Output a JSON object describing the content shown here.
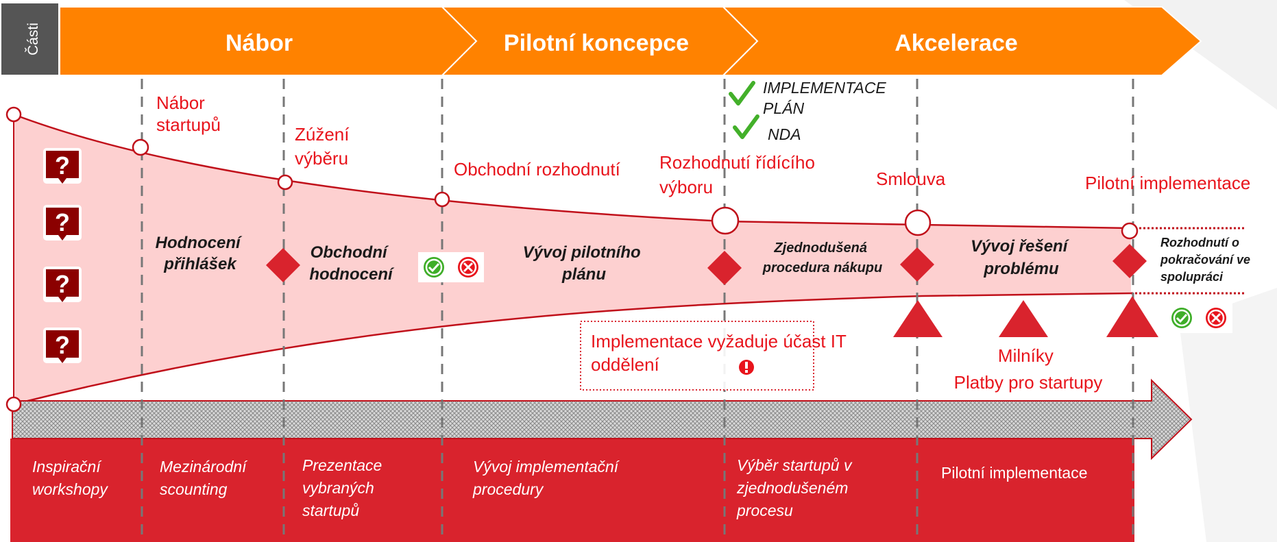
{
  "parts_label": "Části",
  "phases": [
    "Nábor",
    "Pilotní koncepce",
    "Akcelerace"
  ],
  "milestones": [
    {
      "lines": [
        "Nábor",
        "startupů"
      ]
    },
    {
      "lines": [
        "Zúžení",
        "výběru"
      ]
    },
    {
      "lines": [
        "Obchodní rozhodnutí"
      ]
    },
    {
      "lines": [
        "Rozhodnutí řídícího",
        "výboru"
      ]
    },
    {
      "lines": [
        "Smlouva"
      ]
    },
    {
      "lines": [
        "Pilotní implementace"
      ]
    }
  ],
  "checklist": [
    "IMPLEMENTACE",
    "PLÁN",
    "NDA"
  ],
  "stages": [
    {
      "lines": [
        "Hodnocení",
        "přihlášek"
      ]
    },
    {
      "lines": [
        "Obchodní",
        "hodnocení"
      ]
    },
    {
      "lines": [
        "Vývoj pilotního",
        "plánu"
      ]
    },
    {
      "lines": [
        "Zjednodušená",
        "procedura nákupu"
      ]
    },
    {
      "lines": [
        "Vývoj řešení",
        "problému"
      ]
    },
    {
      "lines": [
        "Rozhodnutí o",
        "pokračování ve",
        "spolupráci"
      ]
    }
  ],
  "note": {
    "lines": [
      "Implementace vyžaduje účast IT",
      "oddělení"
    ]
  },
  "payments": {
    "lines": [
      "Milníky",
      "Platby pro startupy"
    ]
  },
  "activities": [
    {
      "lines": [
        "Inspirační",
        "workshopy"
      ]
    },
    {
      "lines": [
        "Mezinárodní",
        "scounting"
      ]
    },
    {
      "lines": [
        "Prezentace",
        "vybraných",
        "startupů"
      ]
    },
    {
      "lines": [
        "Vývoj implementační",
        "procedury"
      ]
    },
    {
      "lines": [
        "Výběr startupů v",
        "zjednodušeném",
        "procesu"
      ]
    },
    {
      "lines": [
        "Pilotní implementace"
      ]
    }
  ],
  "icons": {
    "question": "question-icon",
    "approve": "check-circle-icon",
    "reject": "x-circle-icon",
    "warning": "exclamation-icon",
    "checkmark": "checkmark-icon"
  },
  "colors": {
    "orange": "#ff8200",
    "red": "#d9232d",
    "milestone_text": "#e8141c",
    "funnel": "#fdd0d0",
    "question_bg": "#8b0000",
    "parts_bg": "#555555"
  }
}
